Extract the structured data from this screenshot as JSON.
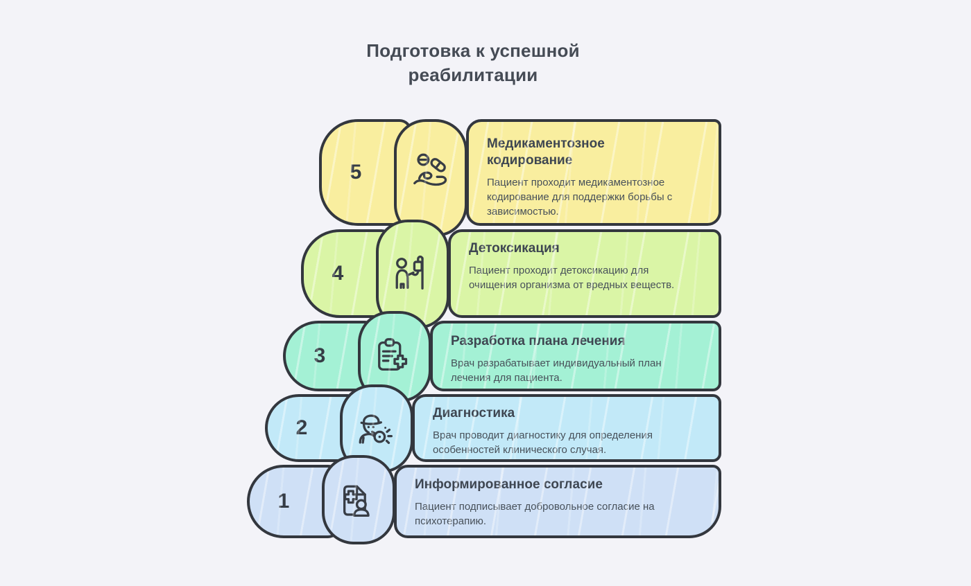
{
  "title": "Подготовка к успешной реабилитации",
  "colors": {
    "background": "#f3f3f8",
    "outline": "#33373e",
    "title_text": "#454b55",
    "step_title_text": "#3e4651",
    "step_description_text": "#475059",
    "number_text": "#353c45"
  },
  "steps": [
    {
      "number": "5",
      "title": "Медикаментозное кодирование",
      "description": "Пациент проходит медикаментозное кодирование для поддержки борьбы с зависимостью.",
      "color": "#f9ee9f",
      "icon": "pills-in-hand-icon"
    },
    {
      "number": "4",
      "title": "Детоксикация",
      "description": "Пациент проходит детоксикацию для очищения организма от вредных веществ.",
      "color": "#daf5a6",
      "icon": "iv-drip-icon"
    },
    {
      "number": "3",
      "title": "Разработка плана лечения",
      "description": "Врач разрабатывает индивидуальный план лечения для пациента.",
      "color": "#a4f1d5",
      "icon": "treatment-plan-icon"
    },
    {
      "number": "2",
      "title": "Диагностика",
      "description": "Врач проводит диагностику для определения особенностей клинического случая.",
      "color": "#c2e9f8",
      "icon": "diagnostics-icon"
    },
    {
      "number": "1",
      "title": "Информированное согласие",
      "description": "Пациент подписывает добровольное согласие на психотерапию.",
      "color": "#cfe0f6",
      "icon": "consent-document-icon"
    }
  ]
}
